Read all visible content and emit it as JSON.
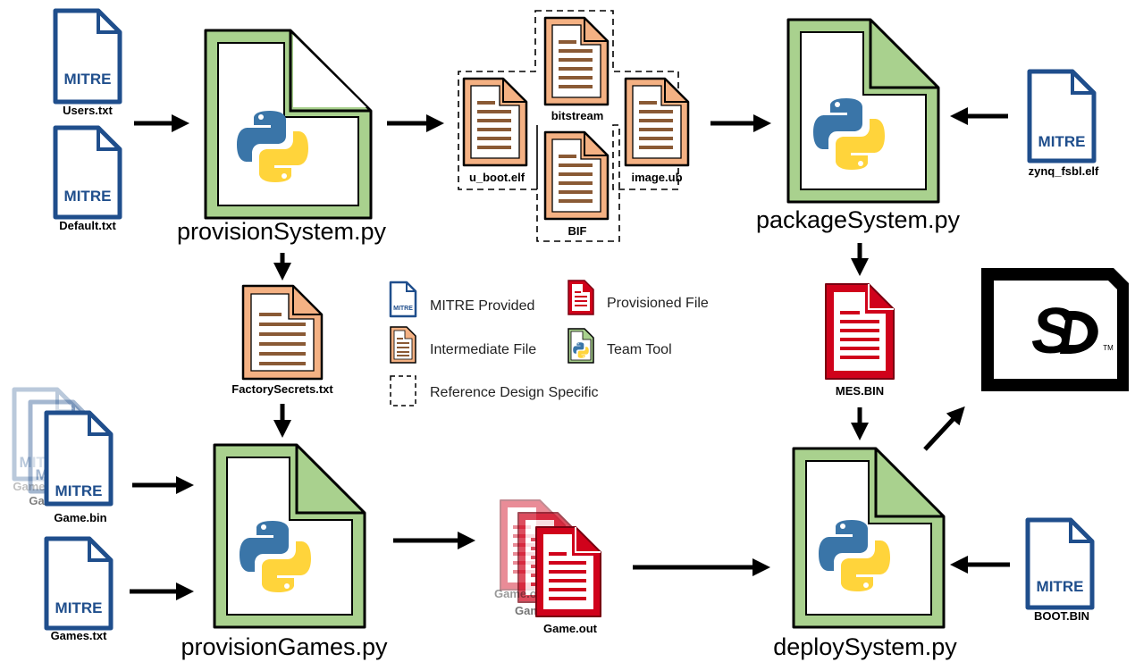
{
  "colors": {
    "mitre_blue": "#1f4e8c",
    "intermediate_stroke": "#8a5a35",
    "intermediate_fill": "#f4b183",
    "provisioned_red": "#d0021b",
    "tool_green_fill": "#a9d18e",
    "python_blue": "#3a75a8",
    "python_yellow": "#ffd43b"
  },
  "mitre_label": "MITRE",
  "inputs": {
    "users": "Users.txt",
    "default": "Default.txt",
    "zynq": "zynq_fsbl.elf",
    "games_txt": "Games.txt",
    "game_bin": "Game.bin",
    "boot": "BOOT.BIN"
  },
  "tools": {
    "provision_system": "provisionSystem.py",
    "package_system": "packageSystem.py",
    "provision_games": "provisionGames.py",
    "deploy_system": "deploySystem.py"
  },
  "intermediates": {
    "bitstream": "bitstream",
    "uboot": "u_boot.elf",
    "imageub": "image.ub",
    "bif": "BIF",
    "factory": "FactorySecrets.txt"
  },
  "outputs": {
    "mes": "MES.BIN",
    "game_out": "Game.out"
  },
  "legend": {
    "mitre": "MITRE Provided",
    "provisioned": "Provisioned File",
    "intermediate": "Intermediate File",
    "team_tool": "Team Tool",
    "reference": "Reference Design Specific"
  },
  "sd_card": {
    "tm": "TM"
  }
}
